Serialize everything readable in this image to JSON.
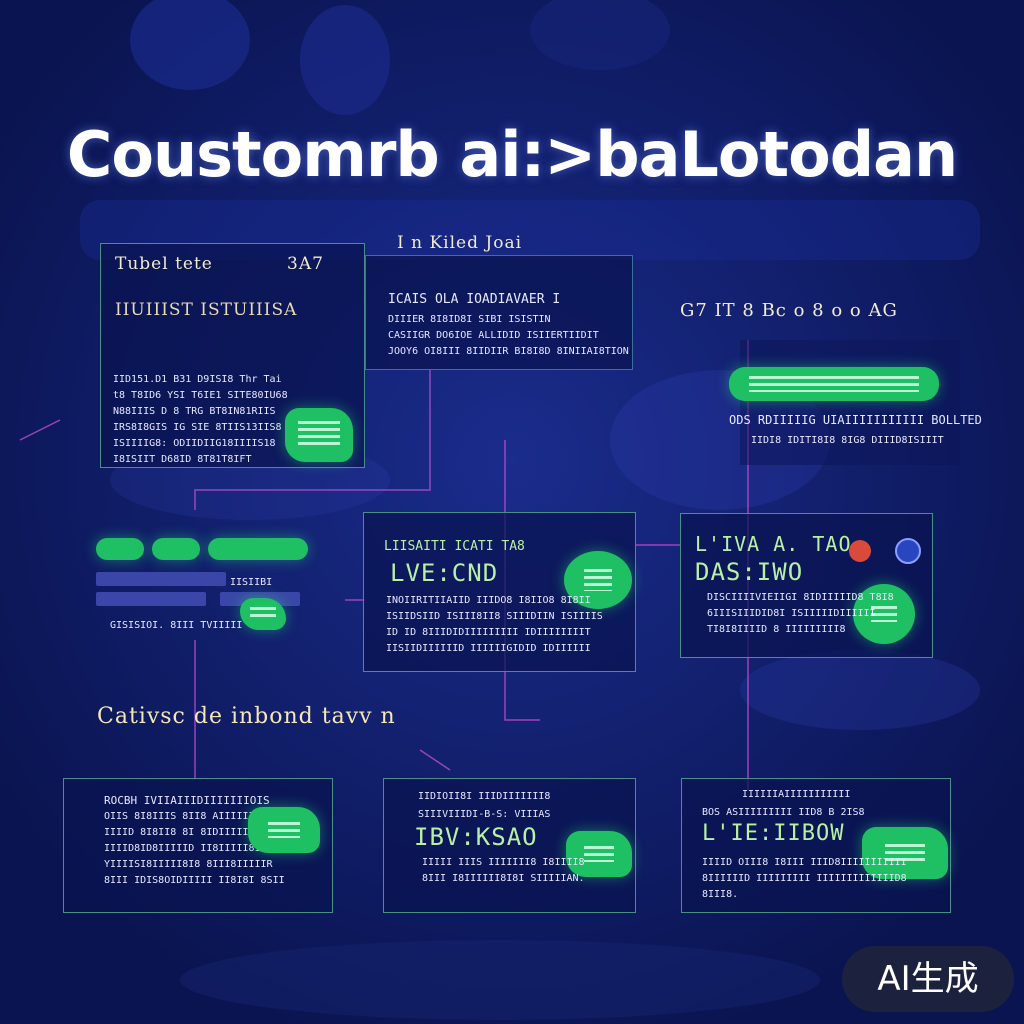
{
  "title": "Coustomrb ai:>baLotodan",
  "top_caption": "I n Kiled Joai",
  "panel_1": {
    "head": "Tubel tete",
    "glyph": "3A7",
    "sub": "IIUIIIST ISTUIIISA",
    "lines": [
      "IID151.D1 B31 D9ISI8 Thr Tai",
      "t8 T8ID6 YSI T6IE1 SITE80IU68",
      "N88IIIS D 8 TRG BT8IN81RIIS",
      "IRS8I8GIS IG SIE 8TIIS13IIS8",
      "ISIIIIG8: ODIIDIIG18IIIIS18",
      "I8ISIIT D68ID 8T81T8IFT"
    ]
  },
  "panel_2": {
    "head": "ICAIS OLA IOADIAVAER I",
    "lines": [
      "DIIIER 8I8ID8I SIBI ISISTIN",
      "CASIIGR DO6IOE ALLIDID ISIIERTIIDIT",
      "JOOY6 OI8III 8IIDIIR BI8I8D 8INIIAI8TION"
    ]
  },
  "top_right_caption": "G7 IT 8 Bc o 8 o o AG",
  "top_right_line": "ODS RDIIIIIG UIAIIIIIIIIIII BOLLTED",
  "top_right_sub": "IIDI8 IDITI8I8 8IG8 DIIID8ISIIIT",
  "left_block": {
    "bars": [
      "",
      "",
      "IISIIBI",
      ""
    ],
    "caption": "GISISIOI. 8III TVIIIII"
  },
  "mid_panel": {
    "head": "LIISAITI ICATI TA8",
    "big": "LVE:CND",
    "lines": [
      "INOIIRITIIAIID IIIDO8 I8IIO8 8I8II",
      "ISIIDSIID ISIII8II8 SIIIDIIN ISIIIIS",
      "ID ID 8IIIDIDIIIIIIIII IDIIIIIIIIT",
      "IISIIDIIIIIID IIIIIIGIDID IDIIIIII"
    ]
  },
  "right_panel": {
    "head": "L'IVA A. TAO",
    "big": "DAS:IWO",
    "lines": [
      "DISCIIIIVIEIIGI 8IDIIIIID8 T8I8",
      "6IIISIIIDID8I ISIIIIIDIIIIII",
      "TI8I8IIIID 8 IIIIIIIII8"
    ]
  },
  "section_caption": "Cativsc de inbond tavv n",
  "bottom_1": {
    "lines": [
      "ROCBH IVIIAIIIDIIIIIIIOIS",
      "OIIS 8I8IIIS 8II8 AIIIIIIID",
      "IIIID 8I8II8 8I 8IDIIIIIII8",
      "IIIID8ID8IIIIID II8IIIII8I8",
      "YIIIISI8IIIII8I8 8III8IIIIIR",
      "8III IDIS8OIDIIIII II8I8I 8SII"
    ]
  },
  "bottom_2": {
    "head": "IIDIOII8I IIIDIIIIIII8",
    "sub": "SIIIVIIIDI-B-S: VIIIAS",
    "big": "IBV:KSAO",
    "lines": [
      "IIIII IIIS IIIIIII8 I8IIII8",
      "8III I8IIIIII8I8I SIIIIIAN."
    ]
  },
  "bottom_3": {
    "head": "IIIIIIAIIIIIIIIIII",
    "sub": "BOS ASIIIIIIIII IID8 B 2IS8",
    "big": "L'IE:IIBOW",
    "lines": [
      "IIIID OIII8 I8III IIID8IIIIIIIIIII",
      "8IIIIIID IIIIIIIII IIIIIIIIIIIIID8",
      "8III8."
    ]
  },
  "badge": "AI生成",
  "colors": {
    "background": "#0d1a63",
    "accent_green": "#1fbf63",
    "panel_border": "#4a8e8b",
    "connector": "#b24bc8"
  }
}
